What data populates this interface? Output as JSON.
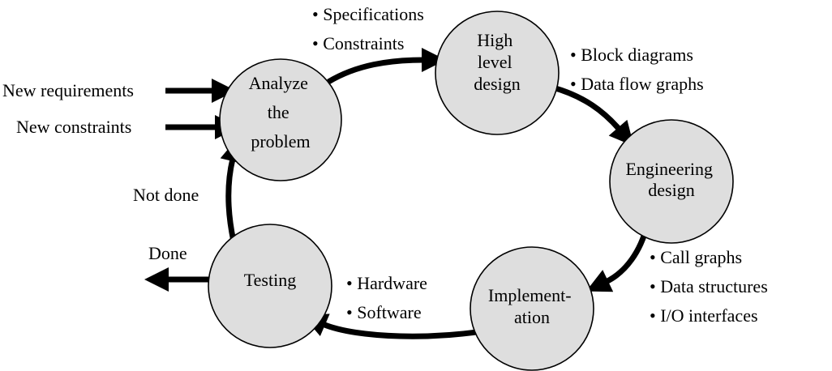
{
  "nodes": {
    "analyze": {
      "lines": [
        "Analyze",
        "the",
        "problem"
      ]
    },
    "high_level_design": {
      "lines": [
        "High",
        "level",
        "design"
      ]
    },
    "engineering_design": {
      "lines": [
        "Engineering",
        "design"
      ]
    },
    "implementation": {
      "lines": [
        "Implement-",
        "ation"
      ]
    },
    "testing": {
      "lines": [
        "Testing"
      ]
    }
  },
  "notes": {
    "analyze_outputs": [
      "• Specifications",
      "• Constraints"
    ],
    "high_level_outputs": [
      "• Block diagrams",
      "• Data flow graphs"
    ],
    "engineering_outputs": [
      "• Call graphs",
      "• Data structures",
      "• I/O interfaces"
    ],
    "implementation_outputs": [
      "• Hardware",
      "• Software"
    ]
  },
  "inputs": {
    "new_requirements": "New requirements",
    "new_constraints": "New constraints"
  },
  "edge_labels": {
    "not_done": "Not done",
    "done": "Done"
  },
  "colors": {
    "node_fill": "#dedede",
    "stroke": "#000000",
    "background": "#ffffff"
  }
}
